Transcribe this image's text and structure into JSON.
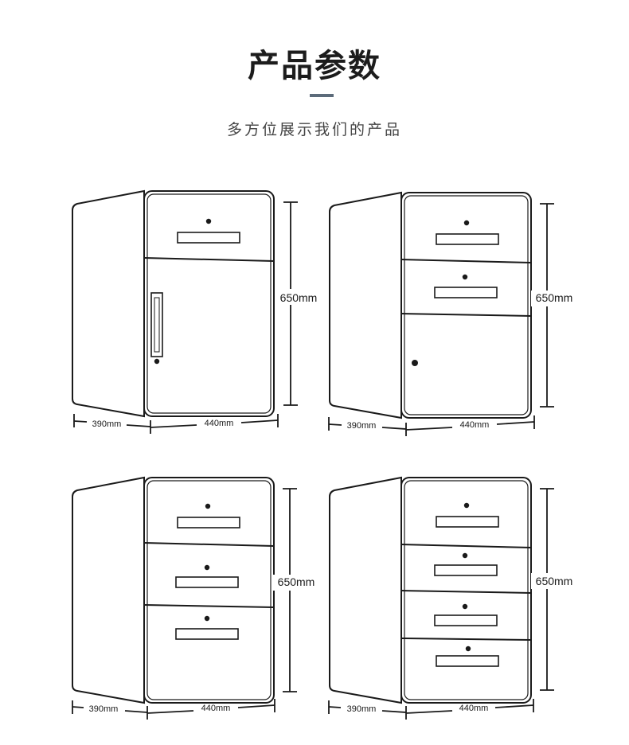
{
  "header": {
    "title": "产品参数",
    "subtitle": "多方位展示我们的产品"
  },
  "cabinets": [
    {
      "style": "one-drawer-door",
      "height_label": "650mm",
      "depth_label": "390mm",
      "width_label": "440mm"
    },
    {
      "style": "two-drawer-door",
      "height_label": "650mm",
      "depth_label": "390mm",
      "width_label": "440mm"
    },
    {
      "style": "three-drawer",
      "height_label": "650mm",
      "depth_label": "390mm",
      "width_label": "440mm"
    },
    {
      "style": "four-drawer",
      "height_label": "650mm",
      "depth_label": "390mm",
      "width_label": "440mm"
    }
  ]
}
